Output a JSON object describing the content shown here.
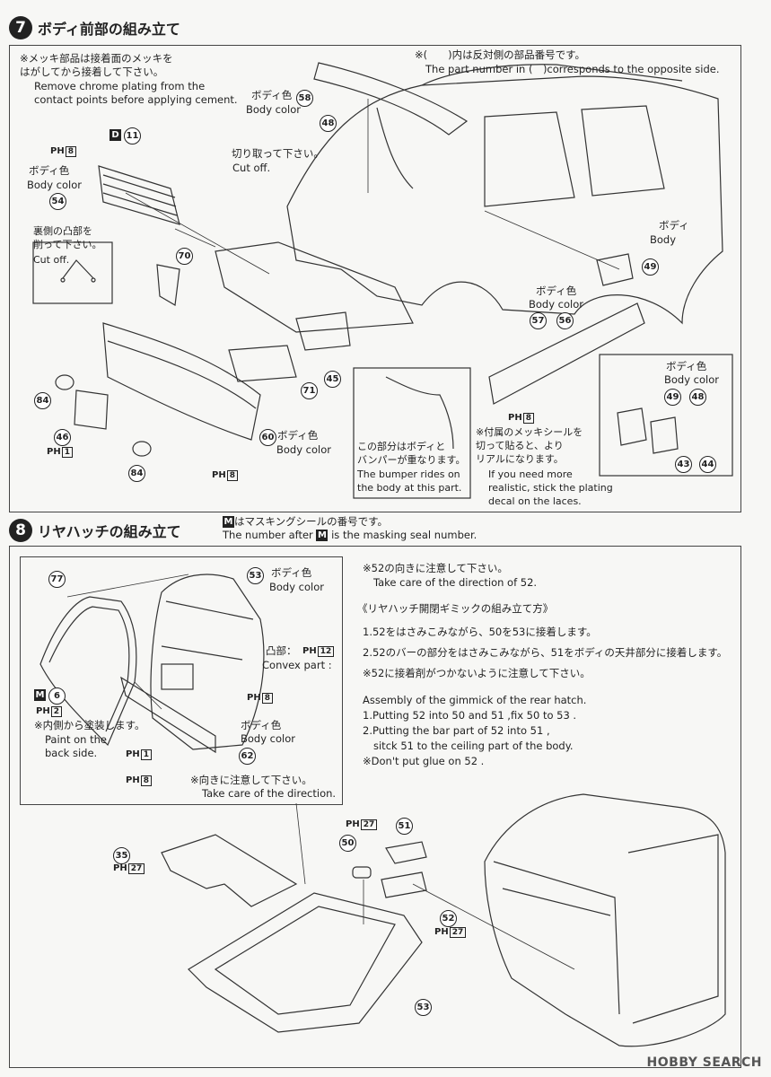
{
  "step7": {
    "number": "7",
    "title": "ボディ前部の組み立て",
    "note_chrome_ja": "※メッキ部品は接着面のメッキを\nはがしてから接着して下さい。",
    "note_chrome_en": "Remove chrome plating from the\ncontact points before applying cement.",
    "note_opposite_ja": "※(　　)内は反対側の部品番号です。",
    "note_opposite_en": "The part number in (　)corresponds to the opposite side.",
    "body_color_ja": "ボディ色",
    "body_color_en": "Body color",
    "cut_off_ja": "切り取って下さい。",
    "cut_off_en": "Cut off.",
    "convex_cut_ja": "裏側の凸部を\n削って下さい。",
    "convex_cut_en": "Cut off.",
    "body_ja": "ボディ",
    "body_en": "Body",
    "bumper_ja": "この部分はボディと\nバンパーが重なります。",
    "bumper_en": "The bumper rides on\nthe body at this part.",
    "decal_ja": "※付属のメッキシールを\n切って貼ると、より\nリアルになります。",
    "decal_en": "If you need more\nrealistic, stick the plating\ndecal on the laces.",
    "parts": {
      "p58": "58",
      "p48": "48",
      "p11": "11",
      "p54": "54",
      "p70": "70",
      "p49": "49",
      "p57": "57",
      "p56": "56",
      "p84a": "84",
      "p46": "46",
      "p84b": "84",
      "p71": "71",
      "p45": "45",
      "p60": "60",
      "p49b": "49",
      "p48b": "48",
      "p43": "43",
      "p44": "44"
    },
    "d_letter": "D",
    "ph": {
      "a": "8",
      "b": "1",
      "c": "8",
      "d": "8"
    },
    "ph_label": "PH"
  },
  "step8": {
    "number": "8",
    "title": "リヤハッチの組み立て",
    "mask_note_ja": "はマスキングシールの番号です。",
    "mask_note_en": "The number after",
    "mask_note_en2": "is the masking seal number.",
    "m_letter": "M",
    "body_color_ja": "ボディ色",
    "body_color_en": "Body color",
    "convex_ja": "凸部：",
    "convex_en": "Convex part :",
    "paint_inside_ja": "※内側から塗装します。",
    "paint_inside_en": "Paint on the\nback side.",
    "direction_ja": "※向きに注意して下さい。",
    "direction_en": "Take care of the direction.",
    "note52_ja": "※52の向きに注意して下さい。",
    "note52_en": "Take care of the direction of 52.",
    "gimmick_title": "《リヤハッチ開閉ギミックの組み立て方》",
    "gimmick_1": "1.52をはさみこみながら、50を53に接着します。",
    "gimmick_2": "2.52のバーの部分をはさみこみながら、51をボディの天井部分に接着します。",
    "gimmick_3": "※52に接着剤がつかないように注意して下さい。",
    "gimmick_en_title": "Assembly of the gimmick of the rear hatch.",
    "gimmick_en_1": "1.Putting 52 into 50 and 51 ,fix 50 to 53 .",
    "gimmick_en_2": "2.Putting the bar part of 52 into 51 ,",
    "gimmick_en_3": "sitck 51 to the ceiling part of the body.",
    "gimmick_en_4": "※Don't put glue on 52 .",
    "parts": {
      "p77": "77",
      "p53": "53",
      "p62": "62",
      "p35": "35",
      "p51": "51",
      "p50": "50",
      "p52": "52",
      "p53b": "53",
      "m6": "6"
    },
    "ph": {
      "a": "12",
      "b": "8",
      "c": "2",
      "d": "1",
      "e": "8",
      "f": "27",
      "g": "27",
      "h": "27"
    },
    "ph_label": "PH"
  },
  "watermark": "HOBBY SEARCH"
}
